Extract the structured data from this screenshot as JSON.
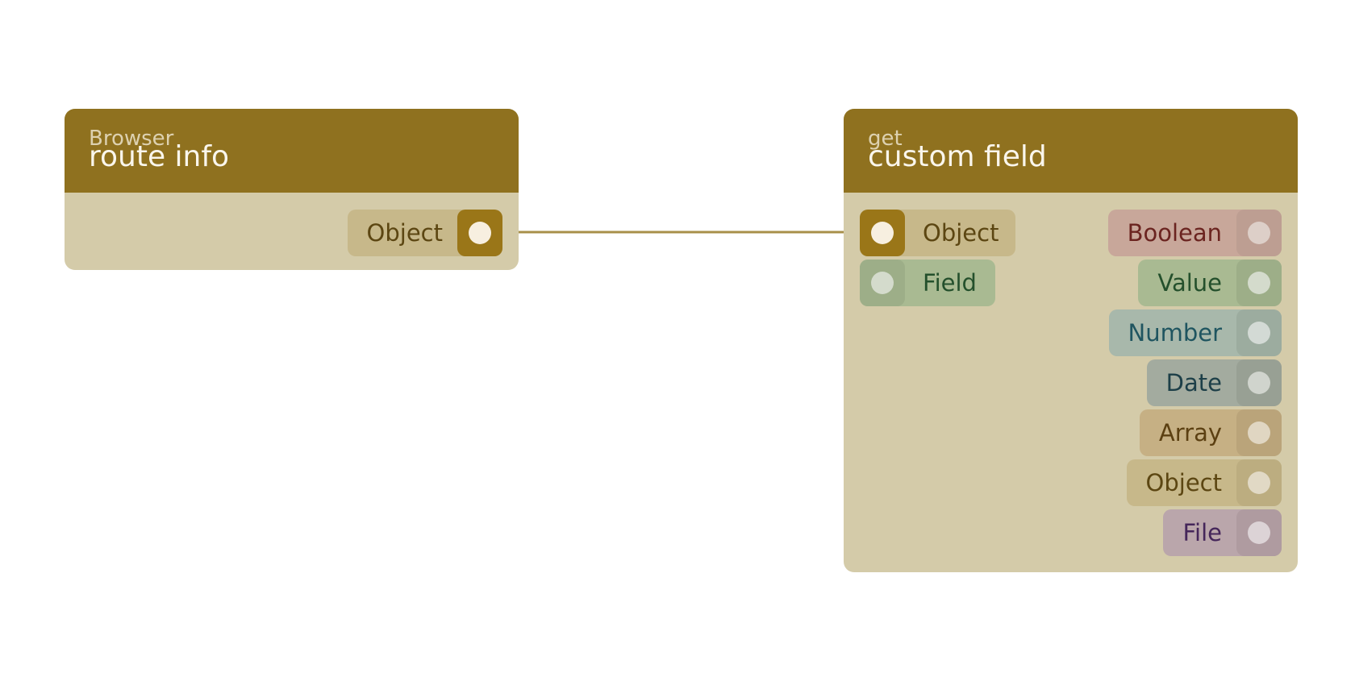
{
  "colors": {
    "canvas": "#ffffff",
    "node_body": "#d4cba9",
    "node_header": "#8f711f",
    "wire": "#a8904a",
    "object": "#9a7618",
    "boolean": "#c8a79a",
    "value": "#a9ba92",
    "number": "#a8b8ab",
    "date": "#a3ab9f",
    "array": "#c6b084",
    "file": "#baa6ab"
  },
  "nodes": {
    "route_info": {
      "category": "Browser",
      "title": "route info",
      "outputs": [
        {
          "label": "Object",
          "type": "object",
          "connected": true
        }
      ]
    },
    "custom_field": {
      "category": "get",
      "title": "custom field",
      "inputs": [
        {
          "label": "Object",
          "type": "object",
          "connected": true
        },
        {
          "label": "Field",
          "type": "value",
          "connected": false
        }
      ],
      "outputs": [
        {
          "label": "Boolean",
          "type": "boolean",
          "connected": false
        },
        {
          "label": "Value",
          "type": "value",
          "connected": false
        },
        {
          "label": "Number",
          "type": "number",
          "connected": false
        },
        {
          "label": "Date",
          "type": "date",
          "connected": false
        },
        {
          "label": "Array",
          "type": "array",
          "connected": false
        },
        {
          "label": "Object",
          "type": "object",
          "connected": false
        },
        {
          "label": "File",
          "type": "file",
          "connected": false
        }
      ]
    }
  },
  "connections": [
    {
      "from": "route_info.outputs.0",
      "to": "custom_field.inputs.0"
    }
  ]
}
